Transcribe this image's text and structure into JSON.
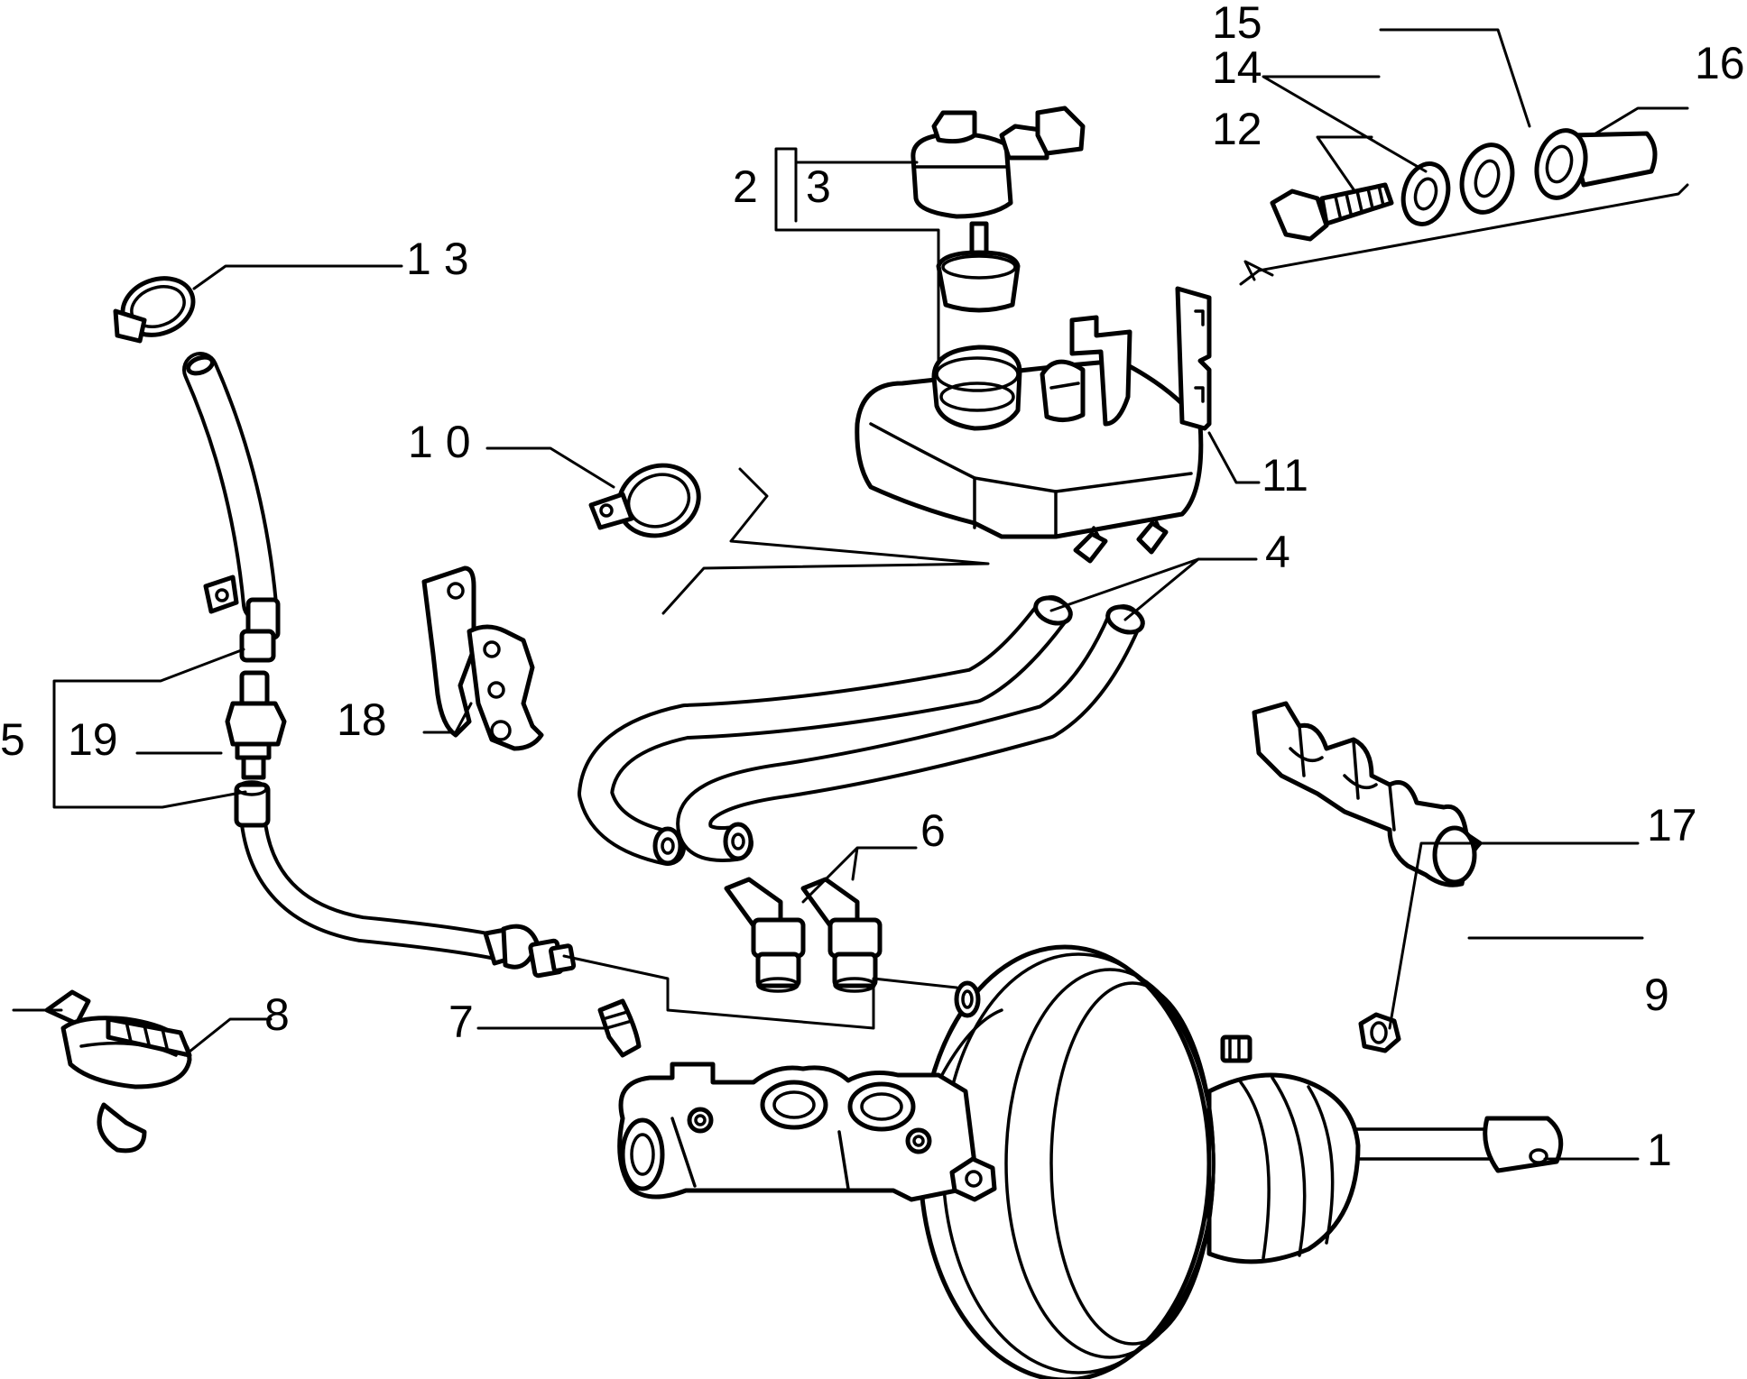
{
  "callouts": [
    {
      "id": "1",
      "text": "1"
    },
    {
      "id": "2",
      "text": "2"
    },
    {
      "id": "3",
      "text": "3"
    },
    {
      "id": "4",
      "text": "4"
    },
    {
      "id": "5",
      "text": "5"
    },
    {
      "id": "6",
      "text": "6"
    },
    {
      "id": "7",
      "text": "7"
    },
    {
      "id": "8",
      "text": "8"
    },
    {
      "id": "9",
      "text": "9"
    },
    {
      "id": "10",
      "text": "1 0"
    },
    {
      "id": "11",
      "text": "11"
    },
    {
      "id": "12",
      "text": "12"
    },
    {
      "id": "13",
      "text": "1 3"
    },
    {
      "id": "14",
      "text": "14"
    },
    {
      "id": "15",
      "text": "15"
    },
    {
      "id": "16",
      "text": "16"
    },
    {
      "id": "17",
      "text": "17"
    },
    {
      "id": "18",
      "text": "18"
    },
    {
      "id": "19",
      "text": "19"
    }
  ]
}
